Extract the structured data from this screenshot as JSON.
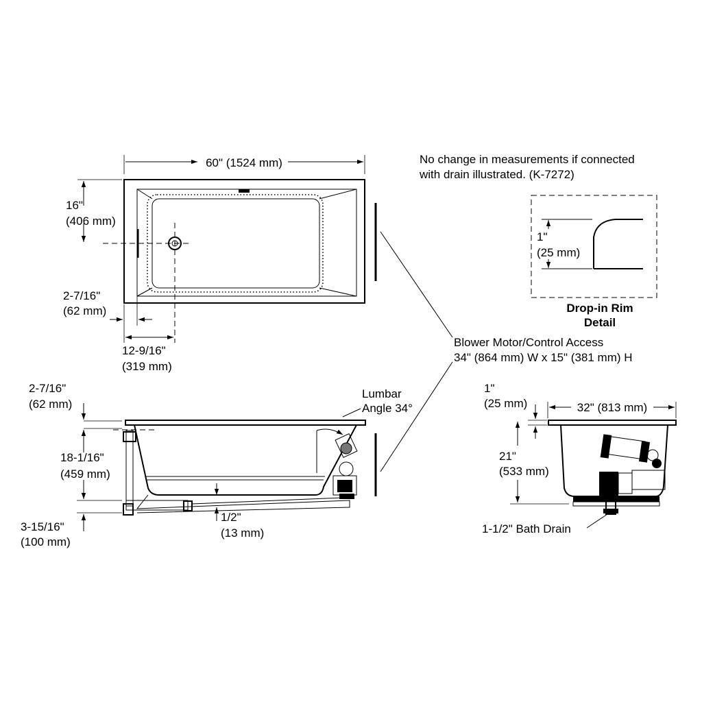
{
  "top_view": {
    "width_label": "60\" (1524 mm)",
    "drain_offset_label_in": "16\"",
    "drain_offset_label_mm": "(406 mm)",
    "rim_label_in": "2-7/16\"",
    "rim_label_mm": "(62 mm)",
    "drain_from_end_in": "12-9/16\"",
    "drain_from_end_mm": "(319 mm)"
  },
  "note": {
    "line1": "No change in measurements if connected",
    "line2": "with drain illustrated. (K-7272)"
  },
  "rim_detail": {
    "height_in": "1\"",
    "height_mm": "(25 mm)",
    "title_line1": "Drop-in Rim",
    "title_line2": "Detail"
  },
  "access": {
    "line1": "Blower Motor/Control Access",
    "line2": "34\" (864 mm) W x 15\" (381 mm) H"
  },
  "side_view": {
    "rim_in": "2-7/16\"",
    "rim_mm": "(62 mm)",
    "depth_in": "18-1/16\"",
    "depth_mm": "(459 mm)",
    "base_in": "3-15/16\"",
    "base_mm": "(100 mm)",
    "slope_in": "1/2\"",
    "slope_mm": "(13 mm)",
    "lumbar_line1": "Lumbar",
    "lumbar_line2": "Angle 34°"
  },
  "end_view": {
    "rim_in": "1\"",
    "rim_mm": "(25 mm)",
    "width_label": "32\" (813 mm)",
    "height_in": "21\"",
    "height_mm": "(533 mm)",
    "drain_label": "1-1/2\" Bath Drain"
  }
}
